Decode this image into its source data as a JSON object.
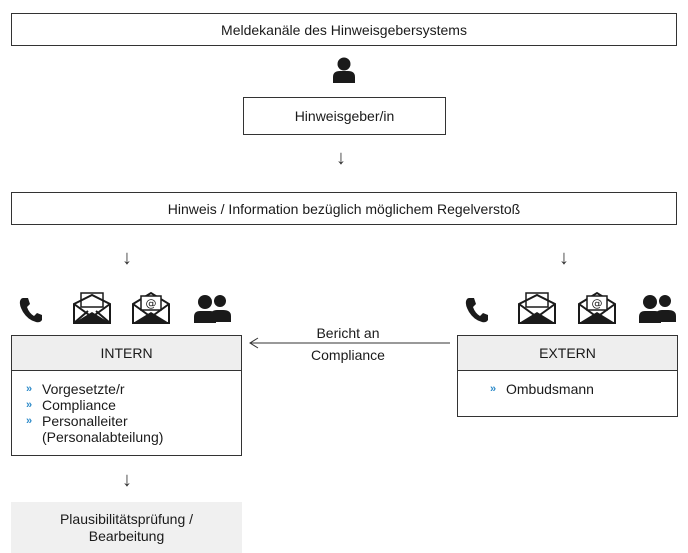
{
  "title": "Meldekanäle des Hinweisgebersystems",
  "whistleblower_label": "Hinweisgeber/in",
  "info_label": "Hinweis / Information bezüglich möglichem Regelverstoß",
  "report_note": [
    "Bericht an",
    "Compliance"
  ],
  "intern": {
    "title": "INTERN",
    "bullet": "»",
    "items": [
      "Vorgesetzte/r",
      "Compliance",
      "Personalleiter",
      "(Personalabteilung)"
    ]
  },
  "extern": {
    "title": "EXTERN",
    "bullet": "»",
    "items": [
      "Ombudsmann"
    ]
  },
  "result": [
    "Plausibilitätsprüfung /",
    "Bearbeitung"
  ],
  "colors": {
    "accent": "#2e8bc9",
    "border": "#333333",
    "panel_header": "#eeeeee",
    "result_bg": "#f0f0f0"
  },
  "icons": [
    "person-icon",
    "phone-icon",
    "envelope-icon",
    "email-icon",
    "people-icon"
  ]
}
